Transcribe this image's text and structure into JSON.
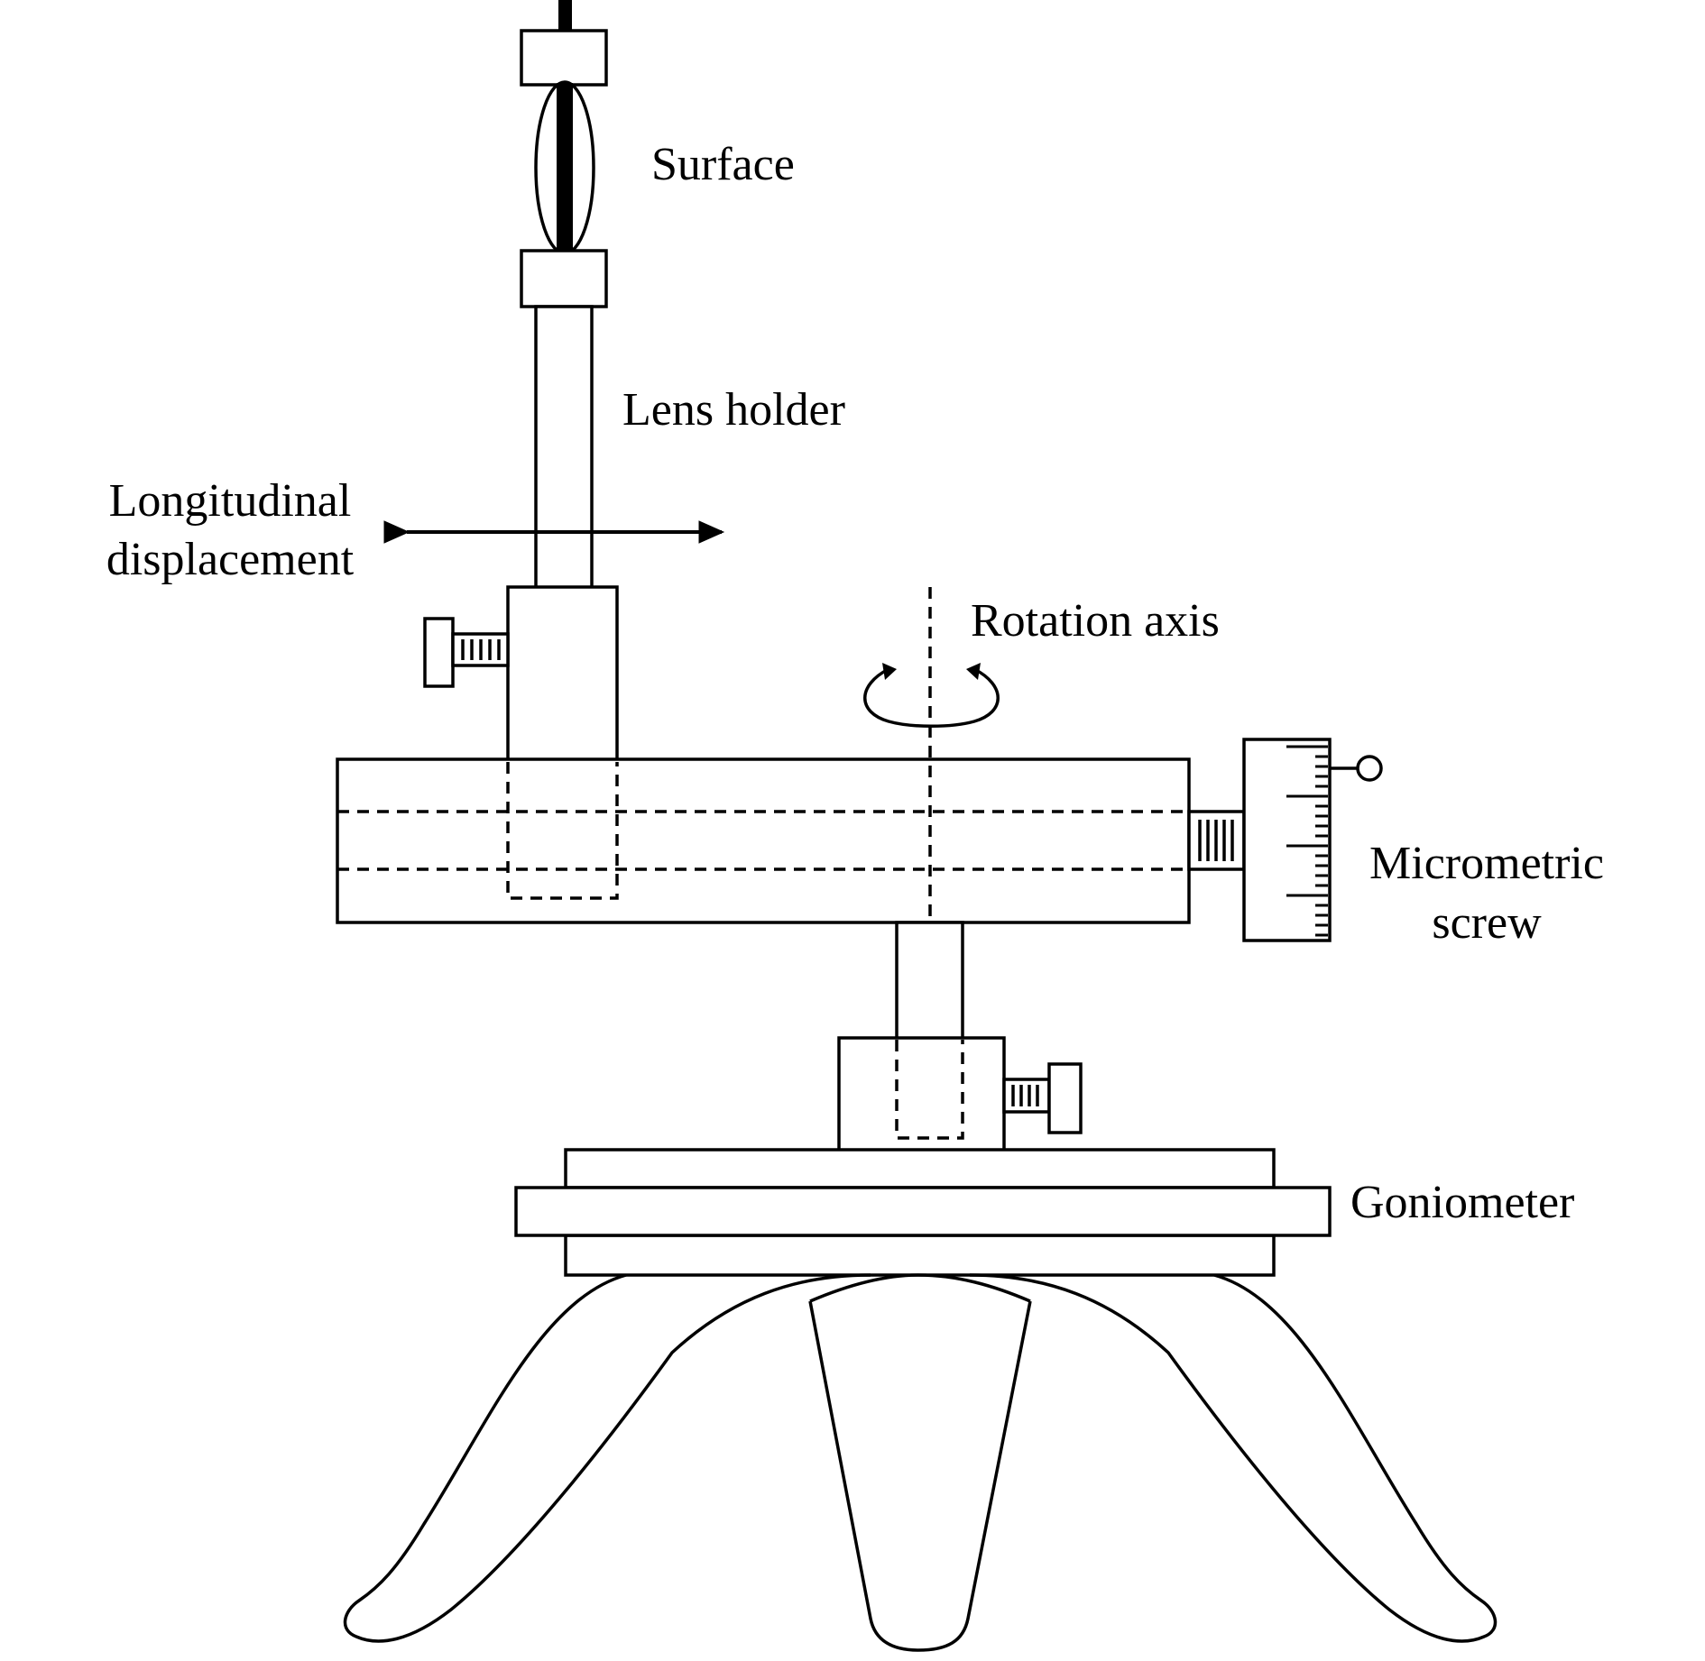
{
  "labels": {
    "surface": "Surface",
    "lens_holder": "Lens holder",
    "longitudinal_line1": "Longitudinal",
    "longitudinal_line2": "displacement",
    "rotation_axis": "Rotation axis",
    "micrometric_line1": "Micrometric",
    "micrometric_line2": "screw",
    "goniometer": "Goniometer"
  }
}
